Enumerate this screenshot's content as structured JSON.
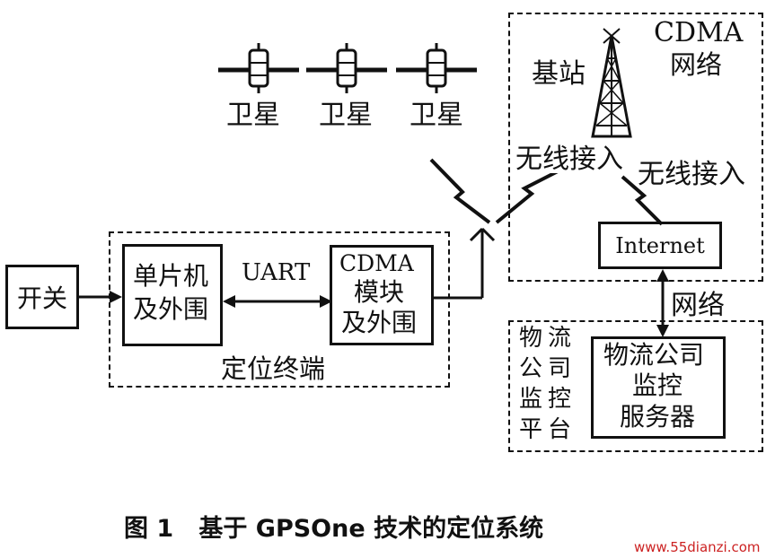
{
  "satellites": [
    {
      "label": "卫星"
    },
    {
      "label": "卫星"
    },
    {
      "label": "卫星"
    }
  ],
  "cdma_network": {
    "title_line1": "CDMA",
    "title_line2": "网络"
  },
  "base_station": {
    "label": "基站"
  },
  "wireless_access": {
    "left": "无线接入",
    "right": "无线接入"
  },
  "internet": {
    "label": "Internet"
  },
  "network_link": {
    "label": "网络"
  },
  "switch": {
    "label": "开关"
  },
  "mcu": {
    "line1": "单片机",
    "line2": "及外围"
  },
  "uart": {
    "label": "UART"
  },
  "cdma_module": {
    "line1": "CDMA",
    "line2": "模块",
    "line3": "及外围"
  },
  "terminal": {
    "label": "定位终端"
  },
  "logistics_platform": {
    "l1": "物",
    "l2": "流",
    "l3": "公",
    "l4": "司",
    "l5": "监",
    "l6": "控",
    "l7": "平",
    "l8": "台"
  },
  "server": {
    "line1": "物流公司",
    "line2": "监控",
    "line3": "服务器"
  },
  "caption": {
    "text": "图 1   基于 GPSOne 技术的定位系统"
  },
  "watermark": {
    "text": "www.55dianzi.com"
  }
}
